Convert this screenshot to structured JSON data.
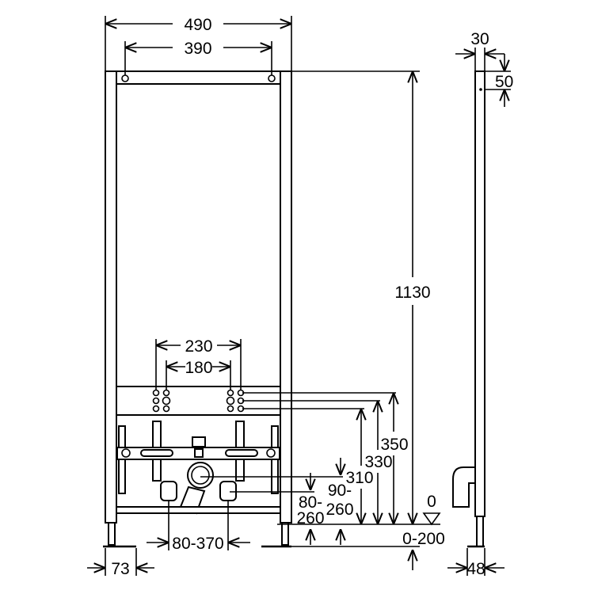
{
  "title": "Bidet installation frame dimensions",
  "colors": {
    "line": "#000000",
    "background": "#ffffff"
  },
  "dimensions": {
    "frame_width": "490",
    "fixing_spacing": "390",
    "frame_height": "1130",
    "supply_outer": "230",
    "supply_inner": "180",
    "height_350": "350",
    "height_330": "330",
    "height_310": "310",
    "drain_height_a": [
      "80-",
      "260"
    ],
    "drain_height_b": [
      "90-",
      "260"
    ],
    "floor_zero": "0",
    "leg_adjust": "0-200",
    "drain_offset": "80-370",
    "foot_width": "73",
    "side_depth": "30",
    "side_fix": "50",
    "side_foot": "48"
  }
}
